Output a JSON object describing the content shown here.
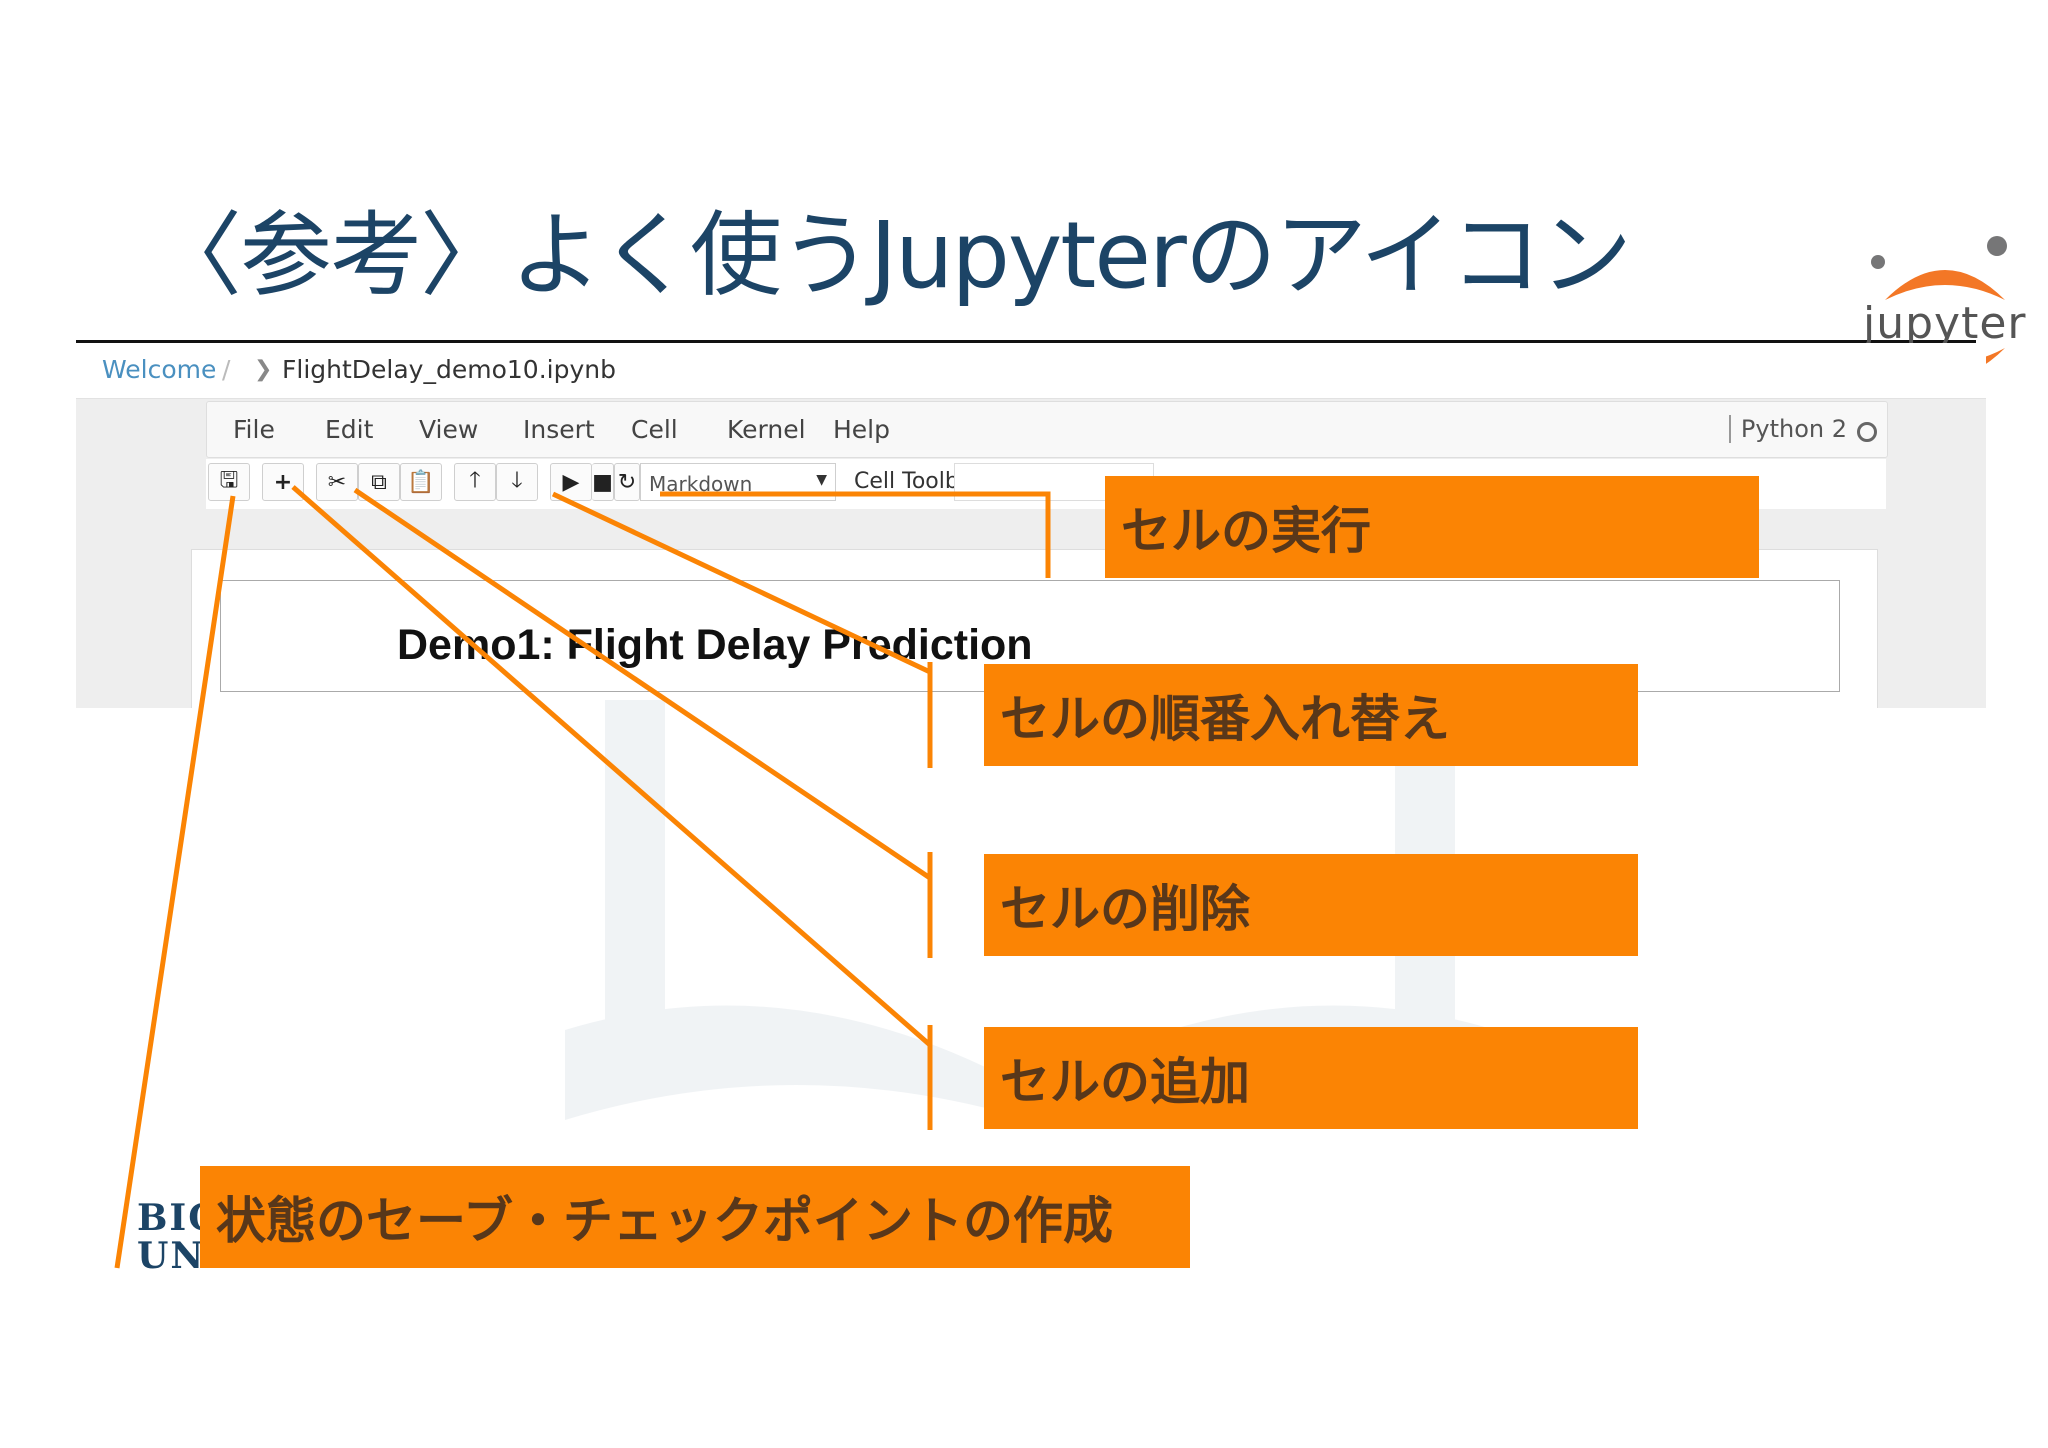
{
  "slide": {
    "title": "〈参考〉よく使うJupyterのアイコン"
  },
  "logo": {
    "text": "jupyter",
    "colors": {
      "orange": "#f37726",
      "gray": "#767677"
    }
  },
  "notebook": {
    "breadcrumb": {
      "home": "Welcome",
      "separator": "/",
      "file": "FlightDelay_demo10.ipynb"
    },
    "menu": [
      "File",
      "Edit",
      "View",
      "Insert",
      "Cell",
      "Kernel",
      "Help"
    ],
    "kernel_name": "Python 2",
    "toolbar": {
      "buttons": [
        {
          "name": "save-checkpoint",
          "icon": "floppy-disk-icon",
          "glyph": "🖫"
        },
        {
          "name": "insert-cell-below",
          "icon": "plus-icon",
          "glyph": "+"
        },
        {
          "name": "cut-cells",
          "icon": "scissors-icon",
          "glyph": "✂"
        },
        {
          "name": "copy-cells",
          "icon": "copy-icon",
          "glyph": "⧉"
        },
        {
          "name": "paste-cells",
          "icon": "paste-icon",
          "glyph": "📋"
        },
        {
          "name": "move-cell-up",
          "icon": "arrow-up-icon",
          "glyph": "🡑"
        },
        {
          "name": "move-cell-down",
          "icon": "arrow-down-icon",
          "glyph": "🡓"
        },
        {
          "name": "run-cell",
          "icon": "play-icon",
          "glyph": "▶"
        },
        {
          "name": "interrupt-kernel",
          "icon": "stop-icon",
          "glyph": "■"
        },
        {
          "name": "restart-kernel",
          "icon": "refresh-icon",
          "glyph": "↻"
        }
      ],
      "cell_type": "Markdown",
      "cell_toolbar_label": "Cell Toolba"
    },
    "cell_heading": "Demo1: Flight Delay Prediction"
  },
  "callouts": {
    "run": "セルの実行",
    "reorder": "セルの順番入れ替え",
    "delete": "セルの削除",
    "add": "セルの追加",
    "save": "状態のセーブ・チェックポイントの作成"
  },
  "footer_logo": {
    "line1": "BIG",
    "line2": "UNI"
  },
  "colors": {
    "callout_bg": "#fb8404",
    "callout_text": "#58371a",
    "title": "#1c4466"
  }
}
